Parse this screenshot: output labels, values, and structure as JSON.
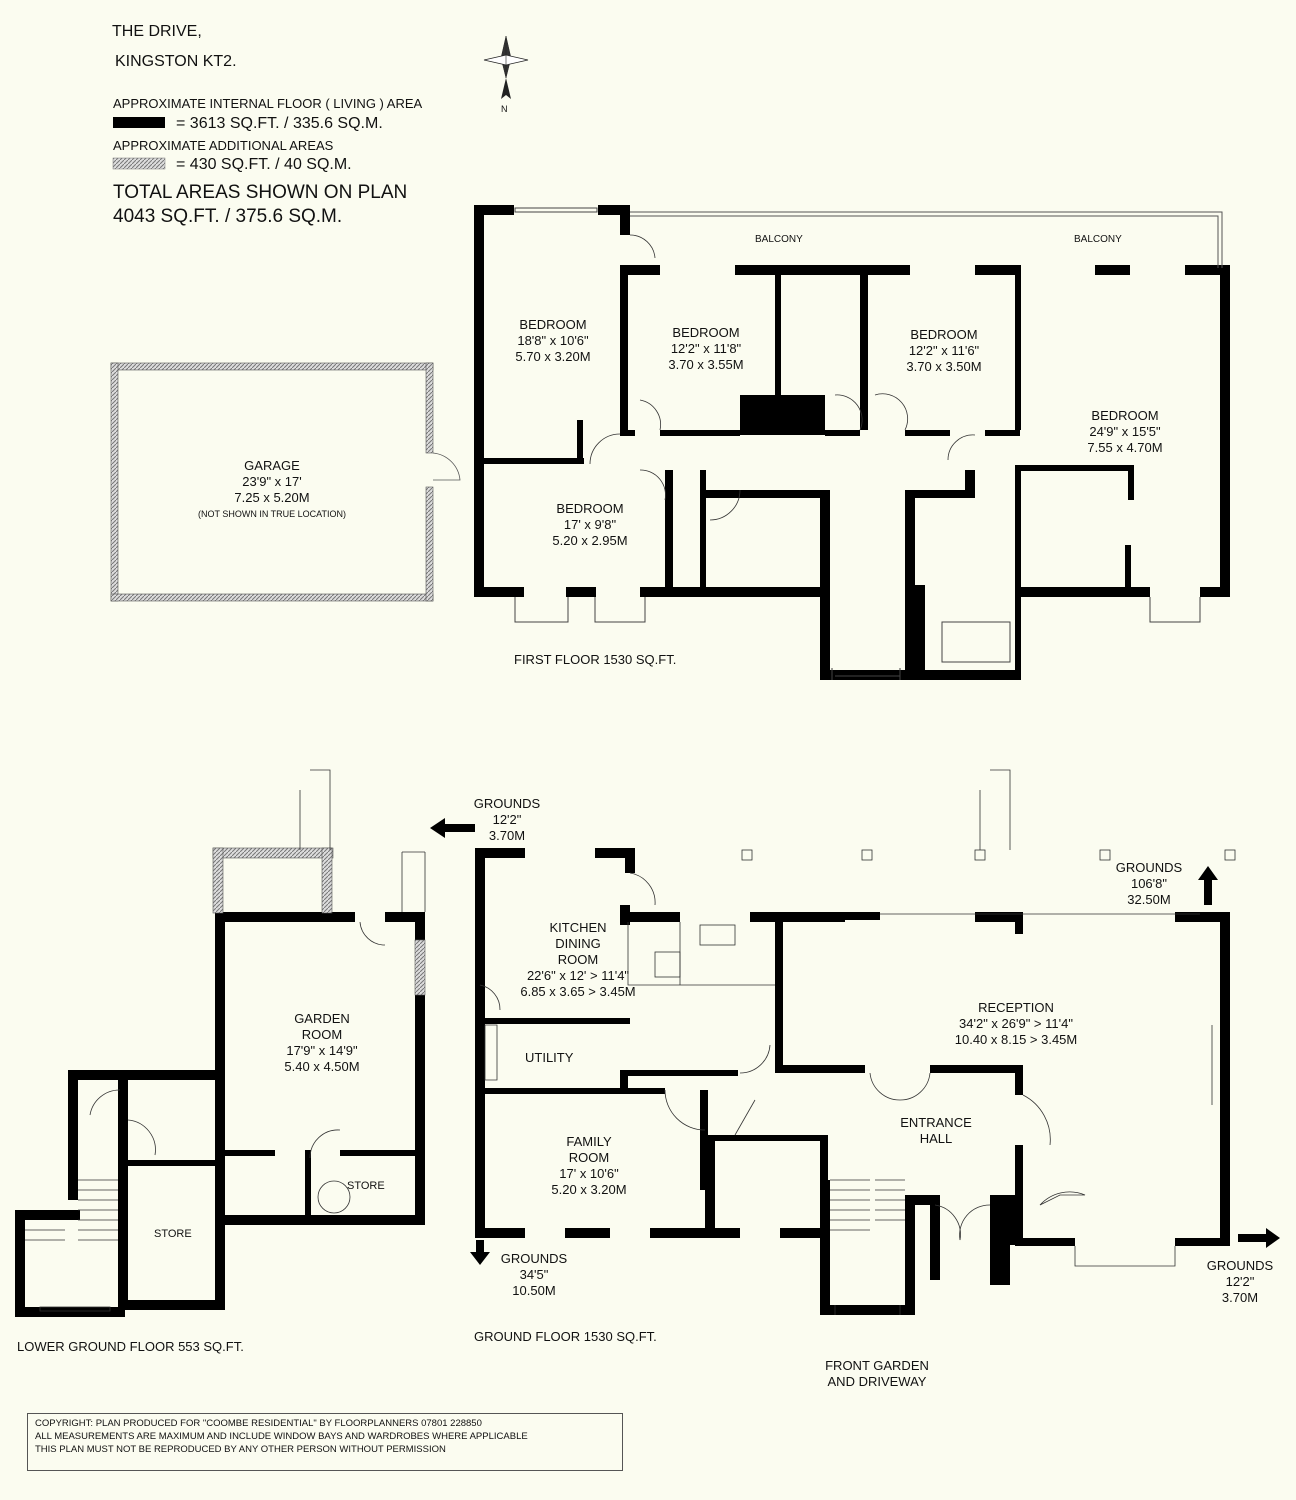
{
  "header": {
    "address_line1": "THE DRIVE,",
    "address_line2": "KINGSTON KT2.",
    "internal_area_label": "APPROXIMATE INTERNAL FLOOR ( LIVING ) AREA",
    "internal_area_value": "= 3613 SQ.FT. / 335.6 SQ.M.",
    "additional_area_label": "APPROXIMATE ADDITIONAL AREAS",
    "additional_area_value": "= 430 SQ.FT. / 40 SQ.M.",
    "total_label": "TOTAL AREAS SHOWN ON PLAN",
    "total_value": "4043 SQ.FT. / 375.6 SQ.M.",
    "compass_label": "N"
  },
  "first_floor": {
    "caption": "FIRST FLOOR 1530 SQ.FT.",
    "balcony_left": "BALCONY",
    "balcony_right": "BALCONY",
    "bedroom1": {
      "name": "BEDROOM",
      "imperial": "18'8\" x 10'6\"",
      "metric": "5.70 x 3.20M"
    },
    "bedroom2": {
      "name": "BEDROOM",
      "imperial": "12'2\" x 11'8\"",
      "metric": "3.70 x 3.55M"
    },
    "bedroom3": {
      "name": "BEDROOM",
      "imperial": "12'2\" x 11'6\"",
      "metric": "3.70 x 3.50M"
    },
    "bedroom4": {
      "name": "BEDROOM",
      "imperial": "24'9\" x 15'5\"",
      "metric": "7.55 x 4.70M"
    },
    "bedroom5": {
      "name": "BEDROOM",
      "imperial": "17' x 9'8\"",
      "metric": "5.20 x 2.95M"
    }
  },
  "garage": {
    "name": "GARAGE",
    "imperial": "23'9\" x 17'",
    "metric": "7.25 x 5.20M",
    "note": "(NOT SHOWN IN TRUE LOCATION)"
  },
  "lower_ground": {
    "caption": "LOWER GROUND FLOOR 553 SQ.FT.",
    "garden_room": {
      "name1": "GARDEN",
      "name2": "ROOM",
      "imperial": "17'9\" x 14'9\"",
      "metric": "5.40 x 4.50M"
    },
    "store1": "STORE",
    "store2": "STORE"
  },
  "ground": {
    "caption": "GROUND FLOOR 1530 SQ.FT.",
    "kitchen": {
      "name1": "KITCHEN",
      "name2": "DINING",
      "name3": "ROOM",
      "imperial": "22'6\" x 12' > 11'4\"",
      "metric": "6.85 x 3.65 > 3.45M"
    },
    "utility": "UTILITY",
    "family": {
      "name1": "FAMILY",
      "name2": "ROOM",
      "imperial": "17' x 10'6\"",
      "metric": "5.20 x 3.20M"
    },
    "reception": {
      "name": "RECEPTION",
      "imperial": "34'2\" x 26'9\" > 11'4\"",
      "metric": "10.40 x 8.15 > 3.45M"
    },
    "entrance": {
      "name1": "ENTRANCE",
      "name2": "HALL"
    },
    "front_garden1": "FRONT GARDEN",
    "front_garden2": "AND DRIVEWAY",
    "grounds_nw": {
      "label": "GROUNDS",
      "imperial": "12'2\"",
      "metric": "3.70M"
    },
    "grounds_ne": {
      "label": "GROUNDS",
      "imperial": "106'8\"",
      "metric": "32.50M"
    },
    "grounds_sw": {
      "label": "GROUNDS",
      "imperial": "34'5\"",
      "metric": "10.50M"
    },
    "grounds_se": {
      "label": "GROUNDS",
      "imperial": "12'2\"",
      "metric": "3.70M"
    }
  },
  "copyright": {
    "line1": "COPYRIGHT: PLAN PRODUCED FOR \"COOMBE RESIDENTIAL\" BY FLOORPLANNERS 07801 228850",
    "line2": "ALL MEASUREMENTS ARE MAXIMUM AND INCLUDE WINDOW BAYS AND WARDROBES WHERE APPLICABLE",
    "line3": "THIS PLAN MUST NOT BE REPRODUCED BY ANY OTHER PERSON WITHOUT PERMISSION"
  }
}
